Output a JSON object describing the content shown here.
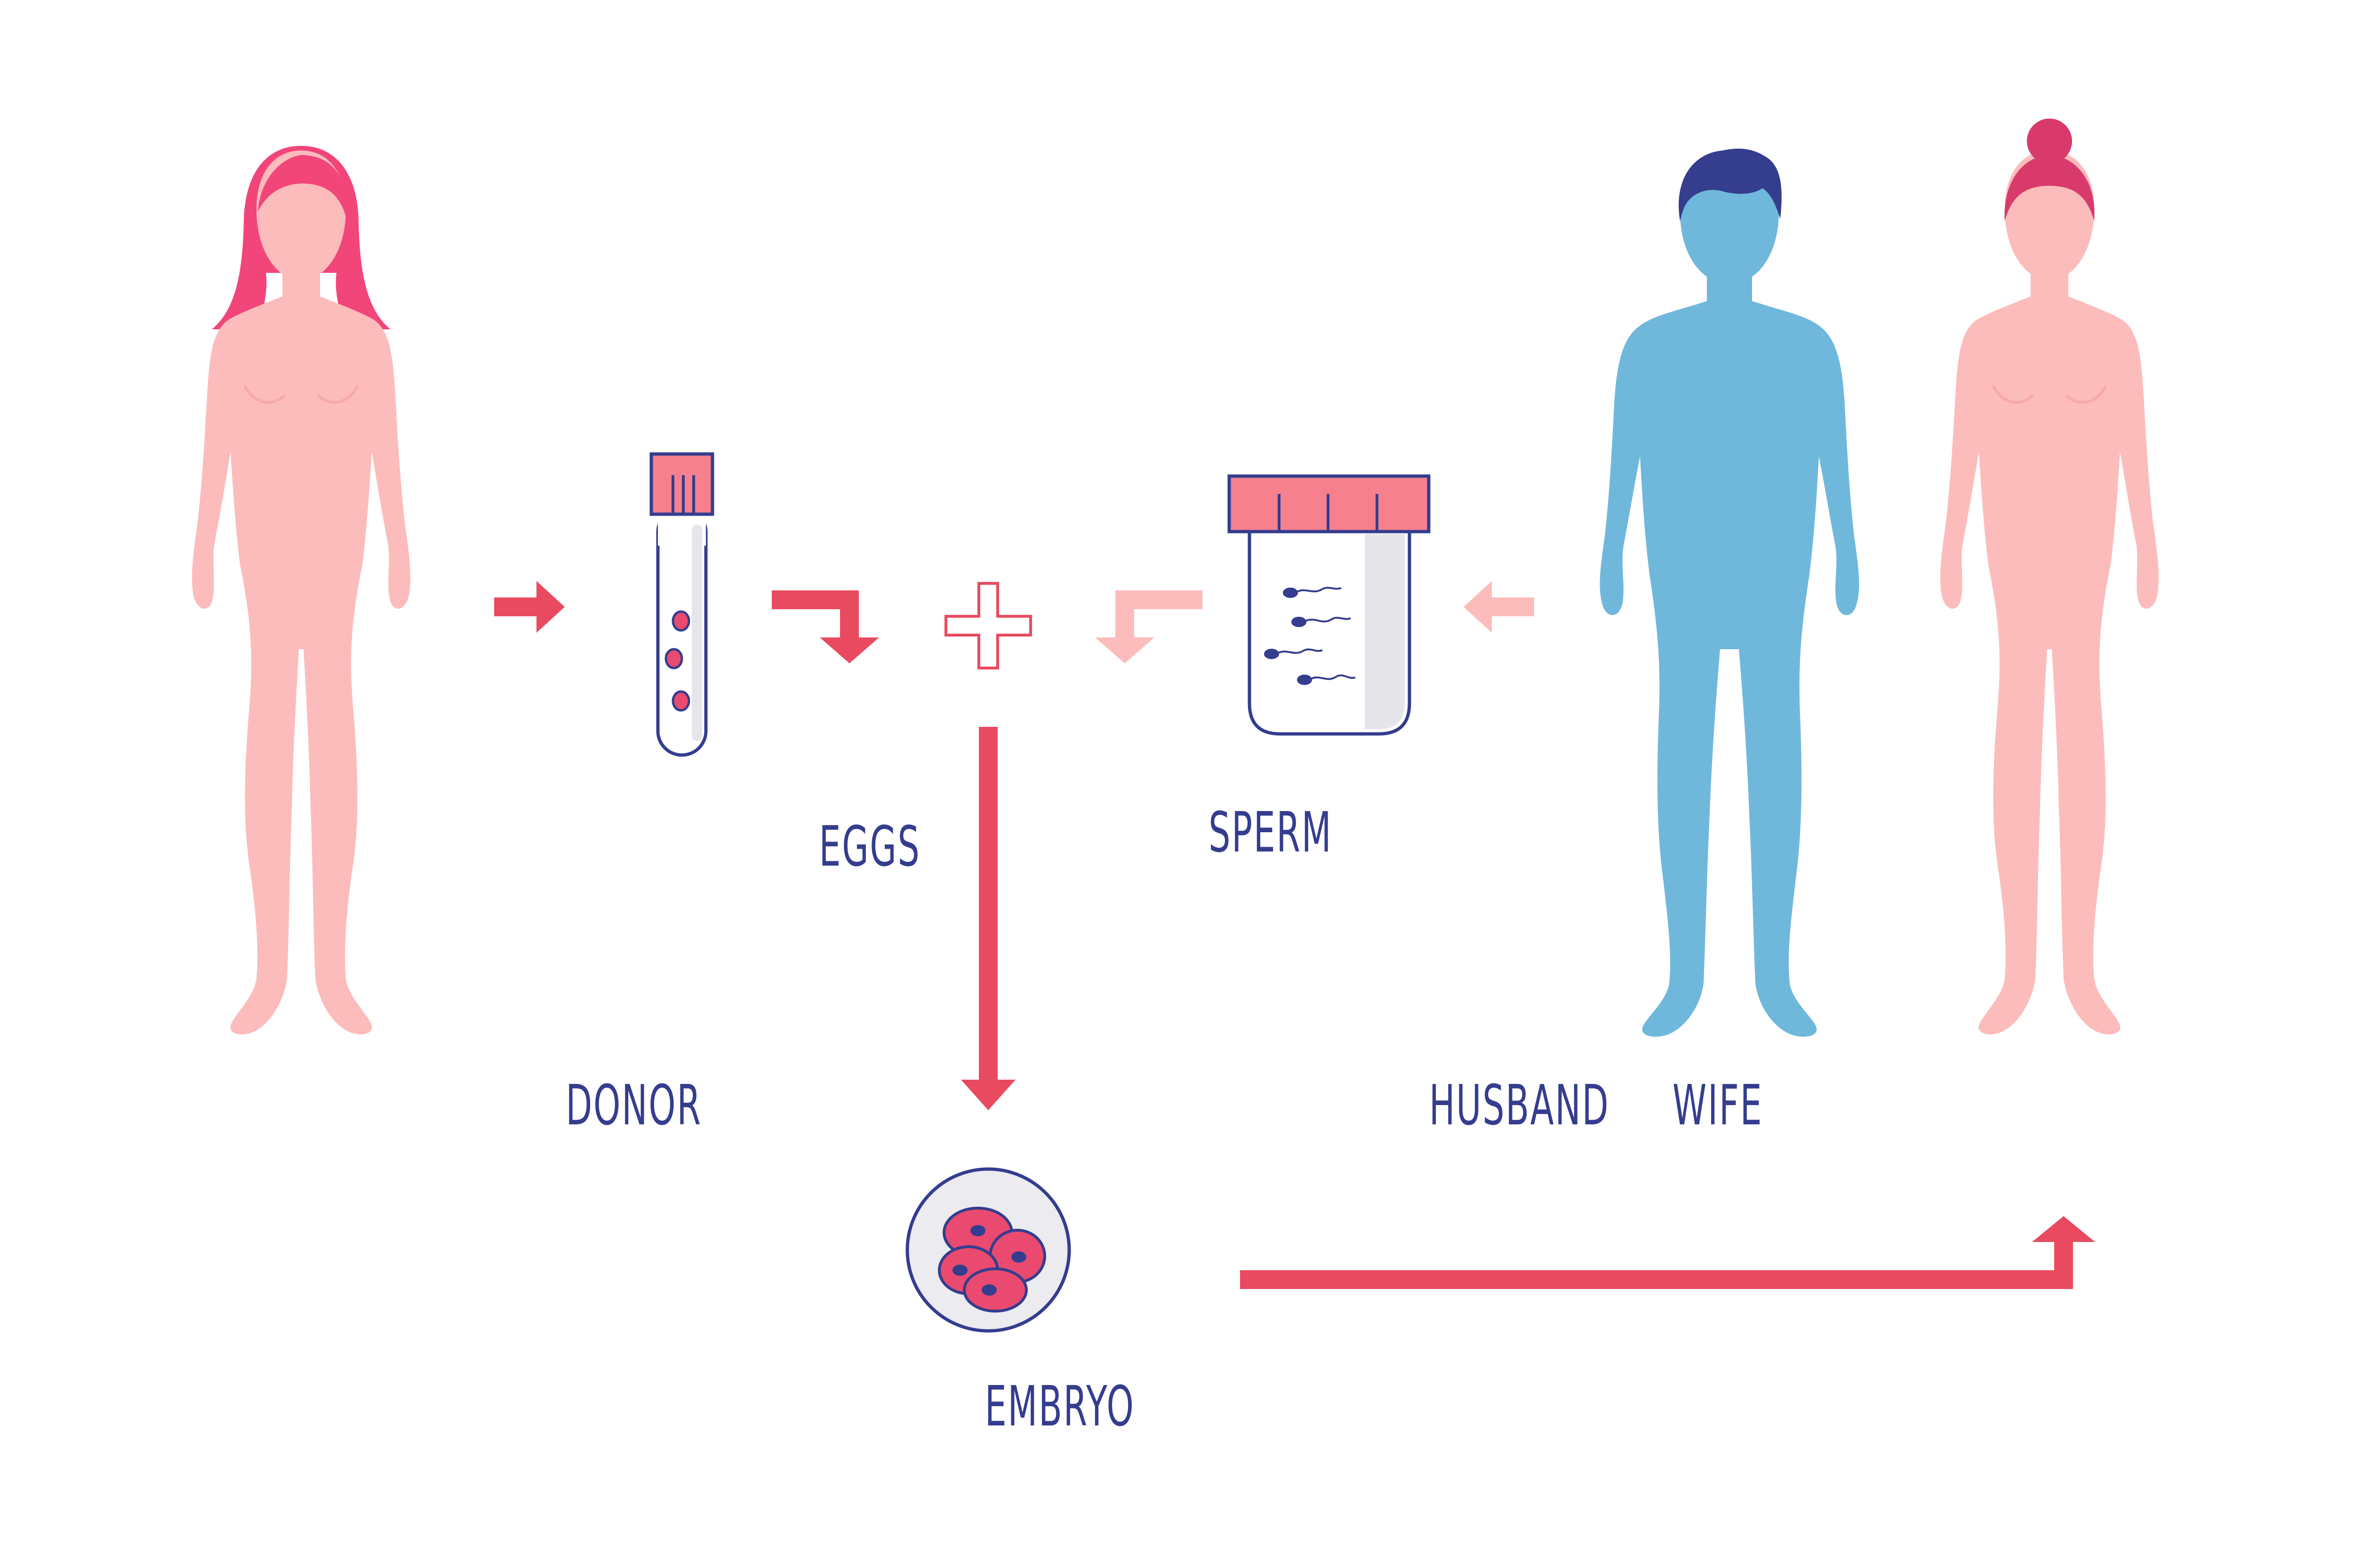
{
  "colors": {
    "background": "#ffffff",
    "donor_body": "#fcbcbc",
    "donor_hair": "#f2457a",
    "husband_body": "#6fb8dc",
    "husband_hair": "#343d8e",
    "wife_body": "#fcbcbc",
    "wife_hair": "#d93a6c",
    "arrow_strong": "#ea4a5f",
    "arrow_light": "#fcbcbc",
    "label_text": "#343d8e",
    "cap": "#f7808e"
  },
  "labels": {
    "donor": "DONOR",
    "eggs": "EGGS",
    "sperm": "SPERM",
    "husband": "HUSBAND",
    "wife": "WIFE",
    "embryo": "EMBRYO"
  },
  "icons": {
    "donor": "female-silhouette-icon",
    "husband": "male-silhouette-icon",
    "wife": "female-silhouette-icon",
    "eggs": "test-tube-icon",
    "sperm": "specimen-jar-icon",
    "combine": "plus-icon",
    "embryo": "embryo-cells-icon"
  }
}
